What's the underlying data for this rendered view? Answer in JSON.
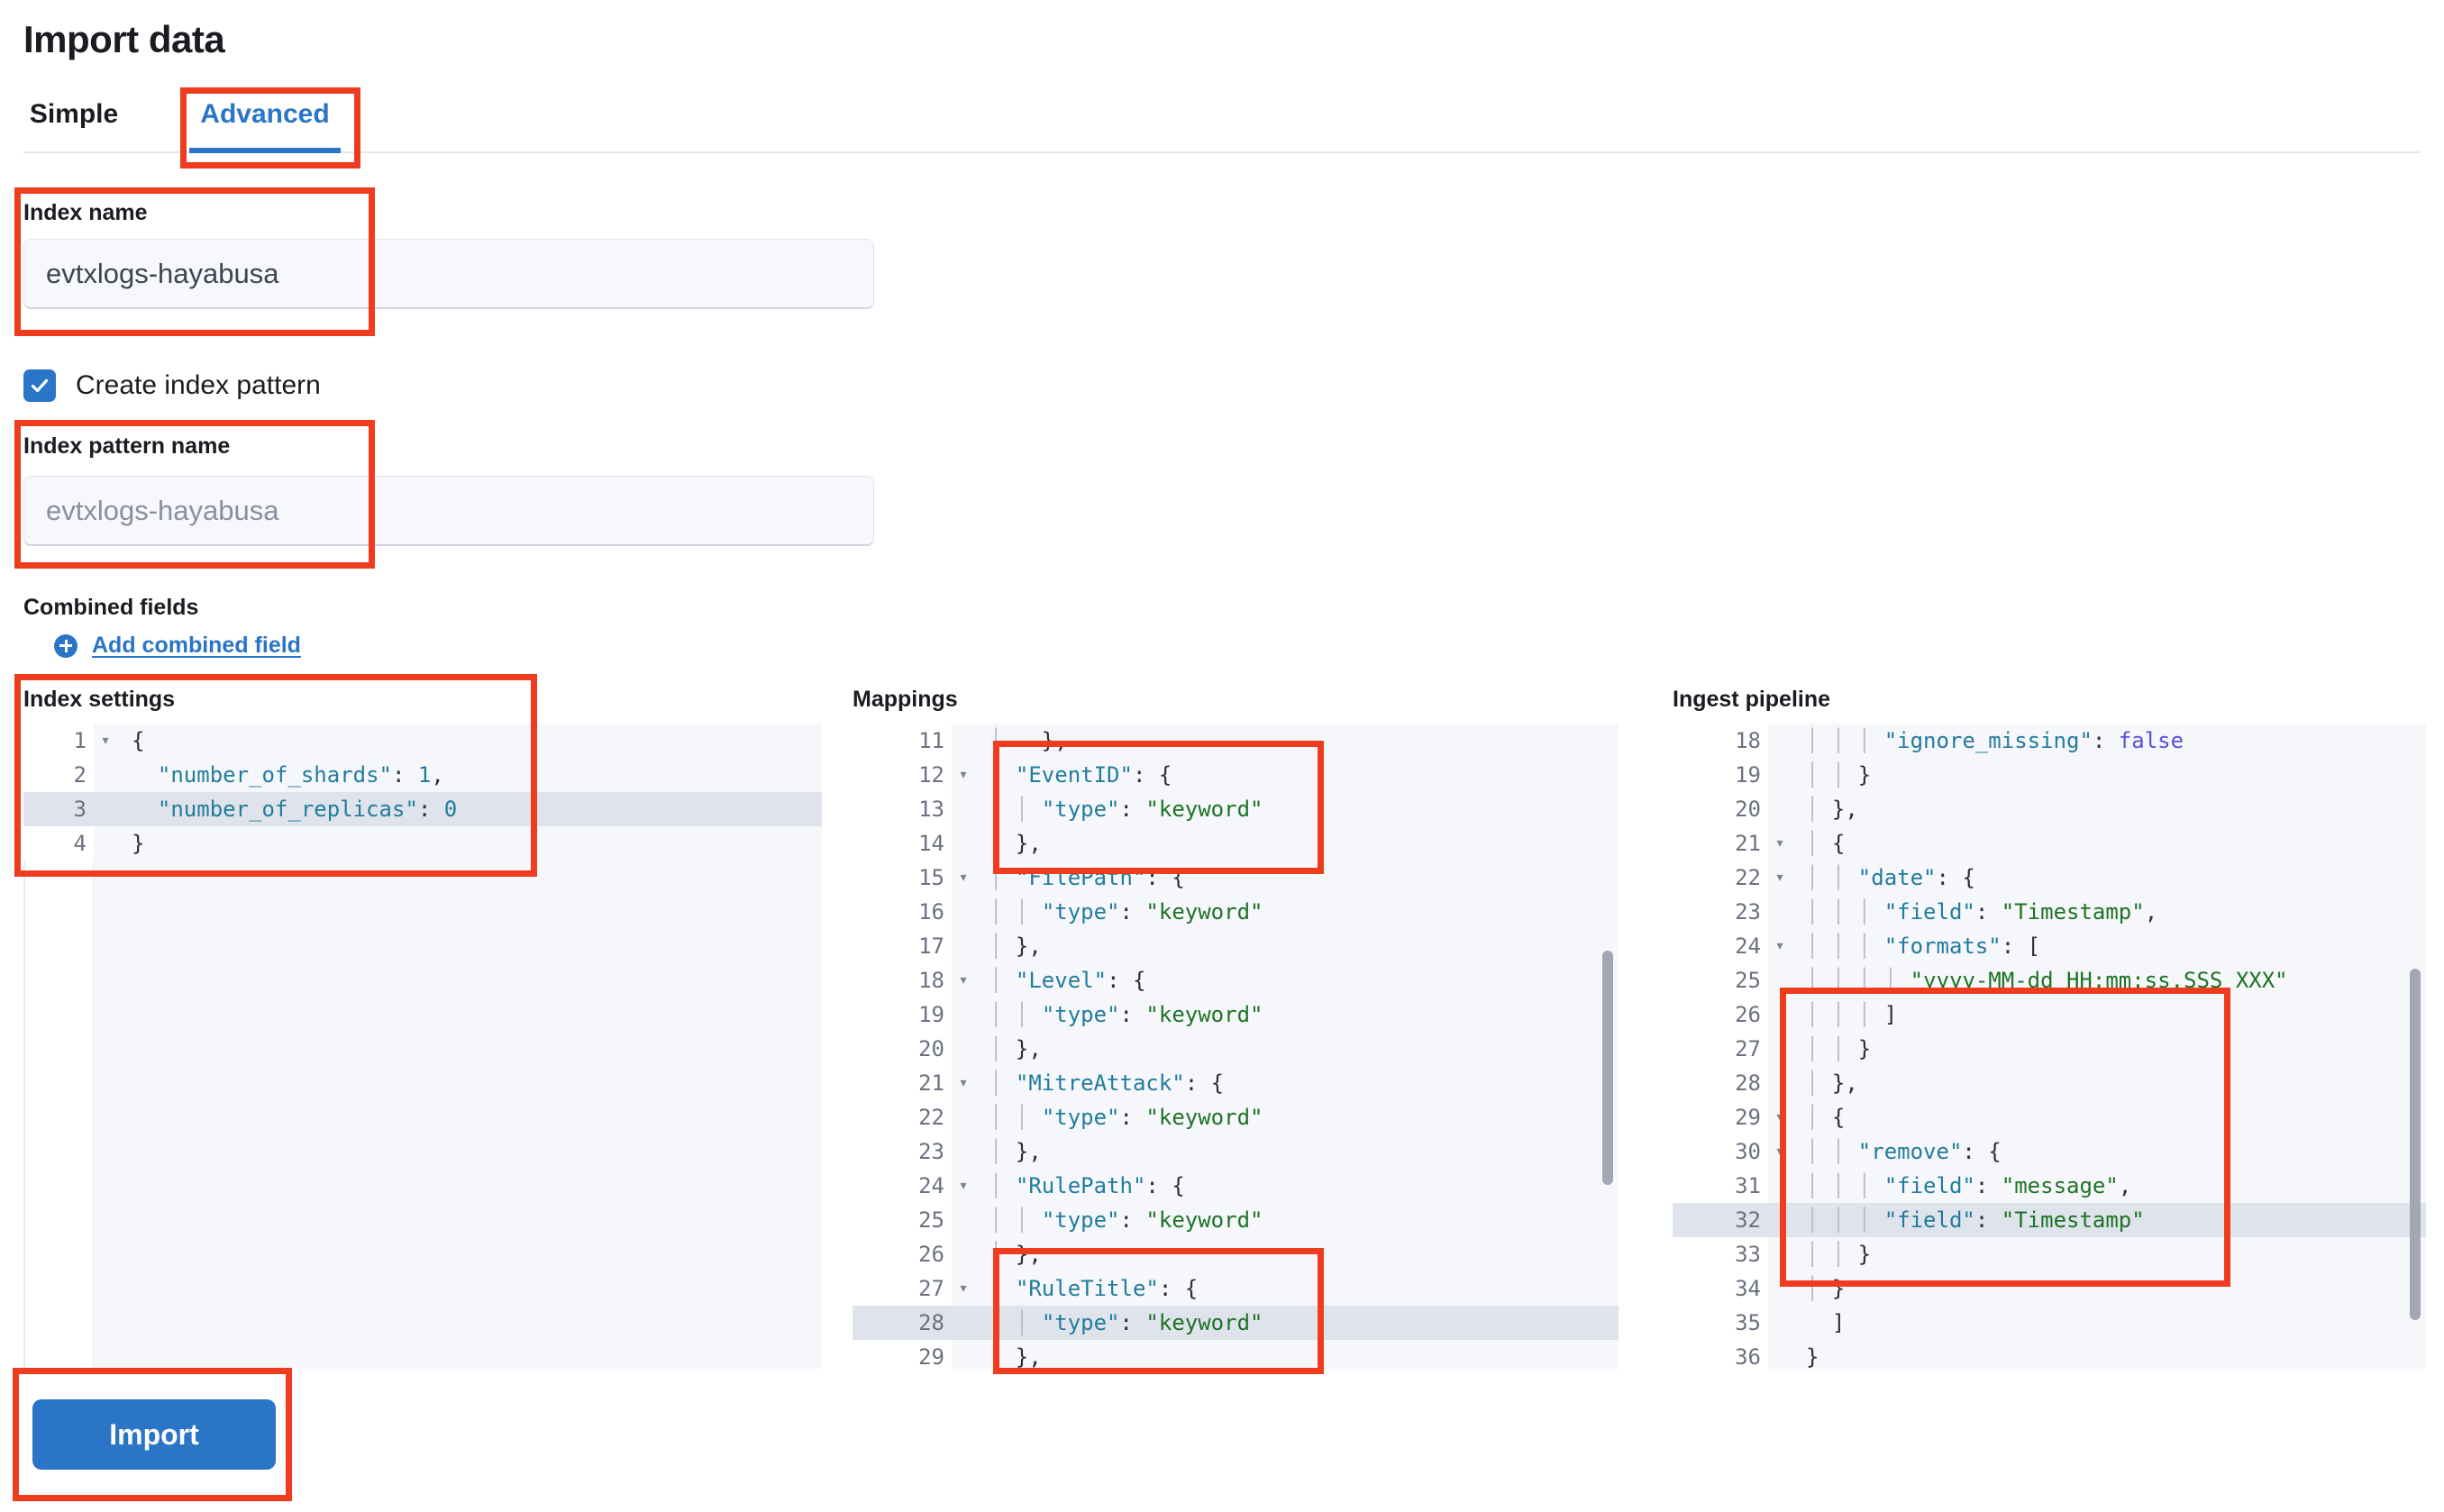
{
  "header": {
    "title": "Import data"
  },
  "tabs": [
    {
      "label": "Simple",
      "selected": false
    },
    {
      "label": "Advanced",
      "selected": true
    }
  ],
  "form": {
    "index_name_label": "Index name",
    "index_name_value": "evtxlogs-hayabusa",
    "create_index_pattern_label": "Create index pattern",
    "create_index_pattern_checked": true,
    "index_pattern_name_label": "Index pattern name",
    "index_pattern_name_placeholder": "evtxlogs-hayabusa",
    "combined_fields_label": "Combined fields",
    "add_combined_field_label": "Add combined field"
  },
  "editors": {
    "index_settings": {
      "title": "Index settings",
      "first_line": 1,
      "highlight_line": 3,
      "lines": [
        {
          "n": 1,
          "fold": true,
          "tokens": [
            {
              "t": "p",
              "v": "{"
            }
          ]
        },
        {
          "n": 2,
          "fold": false,
          "tokens": [
            {
              "t": "p",
              "v": "  "
            },
            {
              "t": "k",
              "v": "\"number_of_shards\""
            },
            {
              "t": "p",
              "v": ": "
            },
            {
              "t": "k",
              "v": "1"
            },
            {
              "t": "p",
              "v": ","
            }
          ]
        },
        {
          "n": 3,
          "fold": false,
          "tokens": [
            {
              "t": "p",
              "v": "  "
            },
            {
              "t": "k",
              "v": "\"number_of_replicas\""
            },
            {
              "t": "p",
              "v": ": "
            },
            {
              "t": "k",
              "v": "0"
            }
          ]
        },
        {
          "n": 4,
          "fold": false,
          "tokens": [
            {
              "t": "p",
              "v": "}"
            }
          ]
        }
      ]
    },
    "mappings": {
      "title": "Mappings",
      "first_line": 11,
      "highlight_line": 28,
      "lines": [
        {
          "n": 11,
          "fold": false,
          "tokens": [
            {
              "t": "g",
              "v": "│ "
            },
            {
              "t": "p",
              "v": "  },"
            }
          ]
        },
        {
          "n": 12,
          "fold": true,
          "tokens": [
            {
              "t": "g",
              "v": "│ "
            },
            {
              "t": "k",
              "v": "\"EventID\""
            },
            {
              "t": "p",
              "v": ": {"
            }
          ]
        },
        {
          "n": 13,
          "fold": false,
          "tokens": [
            {
              "t": "g",
              "v": "│ "
            },
            {
              "t": "g",
              "v": "│ "
            },
            {
              "t": "k",
              "v": "\"type\""
            },
            {
              "t": "p",
              "v": ": "
            },
            {
              "t": "s",
              "v": "\"keyword\""
            }
          ]
        },
        {
          "n": 14,
          "fold": false,
          "tokens": [
            {
              "t": "g",
              "v": "│ "
            },
            {
              "t": "p",
              "v": "},"
            }
          ]
        },
        {
          "n": 15,
          "fold": true,
          "tokens": [
            {
              "t": "g",
              "v": "│ "
            },
            {
              "t": "k",
              "v": "\"FilePath\""
            },
            {
              "t": "p",
              "v": ": {"
            }
          ]
        },
        {
          "n": 16,
          "fold": false,
          "tokens": [
            {
              "t": "g",
              "v": "│ "
            },
            {
              "t": "g",
              "v": "│ "
            },
            {
              "t": "k",
              "v": "\"type\""
            },
            {
              "t": "p",
              "v": ": "
            },
            {
              "t": "s",
              "v": "\"keyword\""
            }
          ]
        },
        {
          "n": 17,
          "fold": false,
          "tokens": [
            {
              "t": "g",
              "v": "│ "
            },
            {
              "t": "p",
              "v": "},"
            }
          ]
        },
        {
          "n": 18,
          "fold": true,
          "tokens": [
            {
              "t": "g",
              "v": "│ "
            },
            {
              "t": "k",
              "v": "\"Level\""
            },
            {
              "t": "p",
              "v": ": {"
            }
          ]
        },
        {
          "n": 19,
          "fold": false,
          "tokens": [
            {
              "t": "g",
              "v": "│ "
            },
            {
              "t": "g",
              "v": "│ "
            },
            {
              "t": "k",
              "v": "\"type\""
            },
            {
              "t": "p",
              "v": ": "
            },
            {
              "t": "s",
              "v": "\"keyword\""
            }
          ]
        },
        {
          "n": 20,
          "fold": false,
          "tokens": [
            {
              "t": "g",
              "v": "│ "
            },
            {
              "t": "p",
              "v": "},"
            }
          ]
        },
        {
          "n": 21,
          "fold": true,
          "tokens": [
            {
              "t": "g",
              "v": "│ "
            },
            {
              "t": "k",
              "v": "\"MitreAttack\""
            },
            {
              "t": "p",
              "v": ": {"
            }
          ]
        },
        {
          "n": 22,
          "fold": false,
          "tokens": [
            {
              "t": "g",
              "v": "│ "
            },
            {
              "t": "g",
              "v": "│ "
            },
            {
              "t": "k",
              "v": "\"type\""
            },
            {
              "t": "p",
              "v": ": "
            },
            {
              "t": "s",
              "v": "\"keyword\""
            }
          ]
        },
        {
          "n": 23,
          "fold": false,
          "tokens": [
            {
              "t": "g",
              "v": "│ "
            },
            {
              "t": "p",
              "v": "},"
            }
          ]
        },
        {
          "n": 24,
          "fold": true,
          "tokens": [
            {
              "t": "g",
              "v": "│ "
            },
            {
              "t": "k",
              "v": "\"RulePath\""
            },
            {
              "t": "p",
              "v": ": {"
            }
          ]
        },
        {
          "n": 25,
          "fold": false,
          "tokens": [
            {
              "t": "g",
              "v": "│ "
            },
            {
              "t": "g",
              "v": "│ "
            },
            {
              "t": "k",
              "v": "\"type\""
            },
            {
              "t": "p",
              "v": ": "
            },
            {
              "t": "s",
              "v": "\"keyword\""
            }
          ]
        },
        {
          "n": 26,
          "fold": false,
          "tokens": [
            {
              "t": "g",
              "v": "│ "
            },
            {
              "t": "p",
              "v": "},"
            }
          ]
        },
        {
          "n": 27,
          "fold": true,
          "tokens": [
            {
              "t": "g",
              "v": "│ "
            },
            {
              "t": "k",
              "v": "\"RuleTitle\""
            },
            {
              "t": "p",
              "v": ": {"
            }
          ]
        },
        {
          "n": 28,
          "fold": false,
          "tokens": [
            {
              "t": "g",
              "v": "│ "
            },
            {
              "t": "g",
              "v": "│ "
            },
            {
              "t": "k",
              "v": "\"type\""
            },
            {
              "t": "p",
              "v": ": "
            },
            {
              "t": "s",
              "v": "\"keyword\""
            }
          ]
        },
        {
          "n": 29,
          "fold": false,
          "tokens": [
            {
              "t": "g",
              "v": "│ "
            },
            {
              "t": "p",
              "v": "},"
            }
          ]
        }
      ]
    },
    "ingest_pipeline": {
      "title": "Ingest pipeline",
      "first_line": 18,
      "highlight_line": 32,
      "lines": [
        {
          "n": 18,
          "fold": false,
          "tokens": [
            {
              "t": "g",
              "v": "│ │ │ "
            },
            {
              "t": "k",
              "v": "\"ignore_missing\""
            },
            {
              "t": "p",
              "v": ": "
            },
            {
              "t": "b",
              "v": "false"
            }
          ]
        },
        {
          "n": 19,
          "fold": false,
          "tokens": [
            {
              "t": "g",
              "v": "│ │ "
            },
            {
              "t": "p",
              "v": "}"
            }
          ]
        },
        {
          "n": 20,
          "fold": false,
          "tokens": [
            {
              "t": "g",
              "v": "│ "
            },
            {
              "t": "p",
              "v": "},"
            }
          ]
        },
        {
          "n": 21,
          "fold": true,
          "tokens": [
            {
              "t": "g",
              "v": "│ "
            },
            {
              "t": "p",
              "v": "{"
            }
          ]
        },
        {
          "n": 22,
          "fold": true,
          "tokens": [
            {
              "t": "g",
              "v": "│ │ "
            },
            {
              "t": "k",
              "v": "\"date\""
            },
            {
              "t": "p",
              "v": ": {"
            }
          ]
        },
        {
          "n": 23,
          "fold": false,
          "tokens": [
            {
              "t": "g",
              "v": "│ │ │ "
            },
            {
              "t": "k",
              "v": "\"field\""
            },
            {
              "t": "p",
              "v": ": "
            },
            {
              "t": "s",
              "v": "\"Timestamp\""
            },
            {
              "t": "p",
              "v": ","
            }
          ]
        },
        {
          "n": 24,
          "fold": true,
          "tokens": [
            {
              "t": "g",
              "v": "│ │ │ "
            },
            {
              "t": "k",
              "v": "\"formats\""
            },
            {
              "t": "p",
              "v": ": ["
            }
          ]
        },
        {
          "n": 25,
          "fold": false,
          "tokens": [
            {
              "t": "g",
              "v": "│ │ │ │ "
            },
            {
              "t": "s",
              "v": "\"yyyy-MM-dd HH:mm:ss.SSS XXX\""
            }
          ]
        },
        {
          "n": 26,
          "fold": false,
          "tokens": [
            {
              "t": "g",
              "v": "│ │ │ "
            },
            {
              "t": "p",
              "v": "]"
            }
          ]
        },
        {
          "n": 27,
          "fold": false,
          "tokens": [
            {
              "t": "g",
              "v": "│ │ "
            },
            {
              "t": "p",
              "v": "}"
            }
          ]
        },
        {
          "n": 28,
          "fold": false,
          "tokens": [
            {
              "t": "g",
              "v": "│ "
            },
            {
              "t": "p",
              "v": "},"
            }
          ]
        },
        {
          "n": 29,
          "fold": true,
          "tokens": [
            {
              "t": "g",
              "v": "│ "
            },
            {
              "t": "p",
              "v": "{"
            }
          ]
        },
        {
          "n": 30,
          "fold": true,
          "tokens": [
            {
              "t": "g",
              "v": "│ │ "
            },
            {
              "t": "k",
              "v": "\"remove\""
            },
            {
              "t": "p",
              "v": ": {"
            }
          ]
        },
        {
          "n": 31,
          "fold": false,
          "tokens": [
            {
              "t": "g",
              "v": "│ │ │ "
            },
            {
              "t": "k",
              "v": "\"field\""
            },
            {
              "t": "p",
              "v": ": "
            },
            {
              "t": "s",
              "v": "\"message\""
            },
            {
              "t": "p",
              "v": ","
            }
          ]
        },
        {
          "n": 32,
          "fold": false,
          "tokens": [
            {
              "t": "g",
              "v": "│ │ │ "
            },
            {
              "t": "k",
              "v": "\"field\""
            },
            {
              "t": "p",
              "v": ": "
            },
            {
              "t": "s",
              "v": "\"Timestamp\""
            }
          ]
        },
        {
          "n": 33,
          "fold": false,
          "tokens": [
            {
              "t": "g",
              "v": "│ │ "
            },
            {
              "t": "p",
              "v": "}"
            }
          ]
        },
        {
          "n": 34,
          "fold": false,
          "tokens": [
            {
              "t": "g",
              "v": "│ "
            },
            {
              "t": "p",
              "v": "}"
            }
          ]
        },
        {
          "n": 35,
          "fold": false,
          "tokens": [
            {
              "t": "p",
              "v": "  ]"
            }
          ]
        },
        {
          "n": 36,
          "fold": false,
          "tokens": [
            {
              "t": "p",
              "v": "}"
            }
          ]
        }
      ]
    }
  },
  "footer": {
    "import_label": "Import"
  },
  "colors": {
    "accent": "#2a75c6",
    "annotation": "#f03c1e",
    "editor_bg": "#f6f7fb",
    "highlight_row": "#dfe3ec",
    "json_key": "#227c9d",
    "json_string": "#1d7324",
    "json_bool": "#5a4fdd"
  }
}
